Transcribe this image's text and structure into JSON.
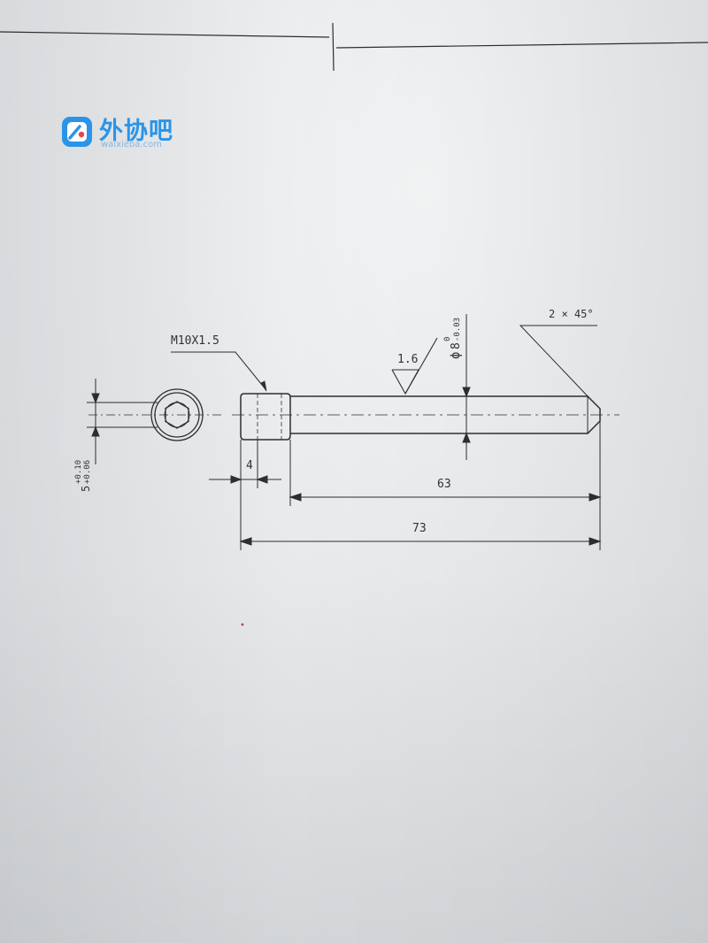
{
  "watermark": {
    "brand": "外协吧",
    "url": "waixieba.com"
  },
  "drawing": {
    "thread_callout": "M10X1.5",
    "roughness": "1.6",
    "chamfer": "2 × 45°",
    "diameter_symbol": "ϕ",
    "diameter": "8",
    "diameter_tol_upper": "0",
    "diameter_tol_lower": "-0.03",
    "head_thickness_tol": "5",
    "head_thickness_tol_upper": "+0.10",
    "head_thickness_tol_lower": "+0.06",
    "head_length": "4",
    "shank_length": "63",
    "total_length": "73"
  },
  "colors": {
    "ink": "#2e2e2e",
    "brand_blue": "#2a94e8"
  }
}
